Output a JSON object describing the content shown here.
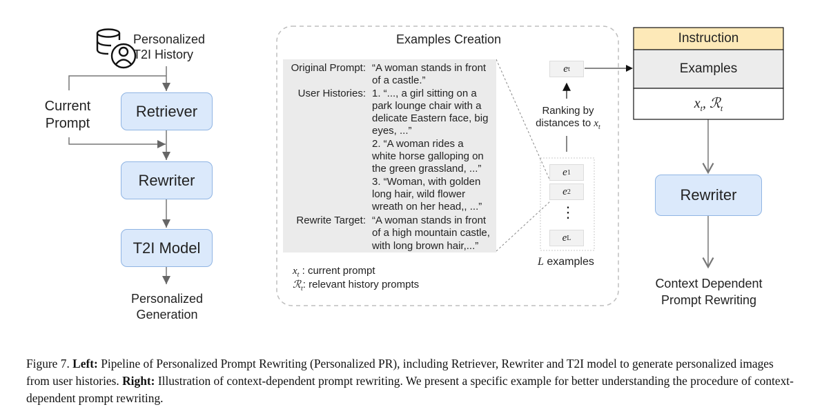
{
  "left": {
    "history_label": "Personalized\nT2I History",
    "current_prompt": "Current\nPrompt",
    "retriever": "Retriever",
    "rewriter": "Rewriter",
    "t2i_model": "T2I Model",
    "output": "Personalized\nGeneration"
  },
  "middle": {
    "title": "Examples Creation",
    "labels": {
      "original": "Original Prompt:",
      "histories": "User Histories:",
      "target": "Rewrite Target:"
    },
    "original_prompt": "“A woman stands in front\nof a castle.”",
    "user_histories": "1. “..., a girl sitting on a\npark lounge chair with a\ndelicate Eastern face, big\neyes, ...”\n2. “A woman rides a\nwhite horse galloping on\nthe green grassland, ...”\n3. “Woman, with golden\nlong hair, wild flower\nwreath on her head,, ...”",
    "rewrite_target": "“A woman stands in front\nof a high mountain castle,\nwith long brown hair,...”",
    "ranking_text": "Ranking by\ndistances to",
    "e_t": "e",
    "e_t_sub": "t",
    "e1": "e",
    "e1_sub": "1",
    "e2": "e",
    "e2_sub": "2",
    "dots": "⋮",
    "eL": "e",
    "eL_sub": "L",
    "l_examples": "examples",
    "legend_xt": ": current prompt",
    "legend_rt": ": relevant history prompts"
  },
  "right": {
    "instruction": "Instruction",
    "examples": "Examples",
    "rewriter": "Rewriter",
    "output": "Context Dependent\nPrompt Rewriting"
  },
  "caption": {
    "figure": "Figure 7.",
    "left_label": "Left:",
    "left_text": "Pipeline of Personalized Prompt Rewriting (Personalized PR), including Retriever, Rewriter and T2I model to generate personalized images from user histories.",
    "right_label": "Right:",
    "right_text": "Illustration of context-dependent prompt rewriting. We present a specific example for better understanding the procedure of context-dependent prompt rewriting."
  },
  "colors": {
    "box_fill": "#dbe9fb",
    "box_border": "#8fb4e3",
    "instruction_fill": "#fde9b8",
    "examples_fill": "#ececec"
  }
}
